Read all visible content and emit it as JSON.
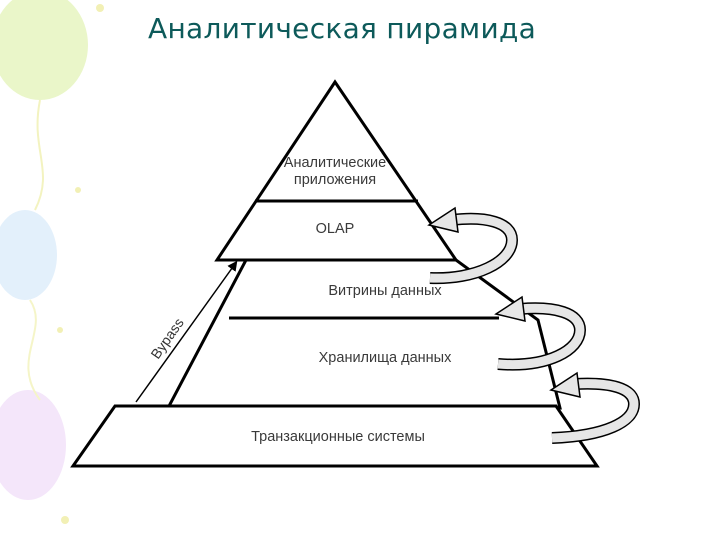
{
  "slide": {
    "title": "Аналитическая пирамида"
  },
  "diagram": {
    "levels": [
      {
        "line1": "Аналитические",
        "line2": "приложения"
      },
      {
        "label": "OLAP"
      },
      {
        "label": "Витрины данных"
      },
      {
        "label": "Хранилища данных"
      },
      {
        "label": "Транзакционные системы"
      }
    ],
    "bypass_label": "Bypass"
  },
  "colors": {
    "title": "#0d5a5a",
    "arrow_fill": "#e6e6e6",
    "outline": "#000000"
  }
}
